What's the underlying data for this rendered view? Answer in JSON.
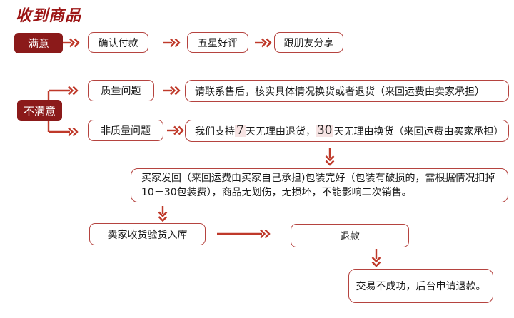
{
  "title": "收到商品",
  "colors": {
    "dark_red_fill": "#8b1a1a",
    "box_border_red": "#b5433f",
    "arrow_red": "#bf392a",
    "title_red": "#9c1515",
    "highlight_bg": "#f7e4e4",
    "text": "#191919"
  },
  "nodes": {
    "satisfied": "满意",
    "confirm_payment": "确认付款",
    "five_star": "五星好评",
    "share_friends": "跟朋友分享",
    "unsatisfied": "不满意",
    "quality_issue": "质量问题",
    "quality_detail": "请联系售后，核实具体情况换货或者退货（来回运费由卖家承担）",
    "non_quality_issue": "非质量问题",
    "non_quality_detail": {
      "pre": "我们支持 ",
      "days_return": "7",
      "mid": " 天无理由退货，",
      "days_exchange": "30",
      "post": " 天无理由换货（来回运费由买家承担）"
    },
    "return_condition": "买家发回（来回运费由买家自己承担)包装完好（包装有破损的，需根据情况扣掉10－30包装费），商品无划伤，无损坏，不能影响二次销售。",
    "seller_receive": "卖家收货验货入库",
    "refund": "退款",
    "deal_fail": "交易不成功，后台申请退款。"
  }
}
